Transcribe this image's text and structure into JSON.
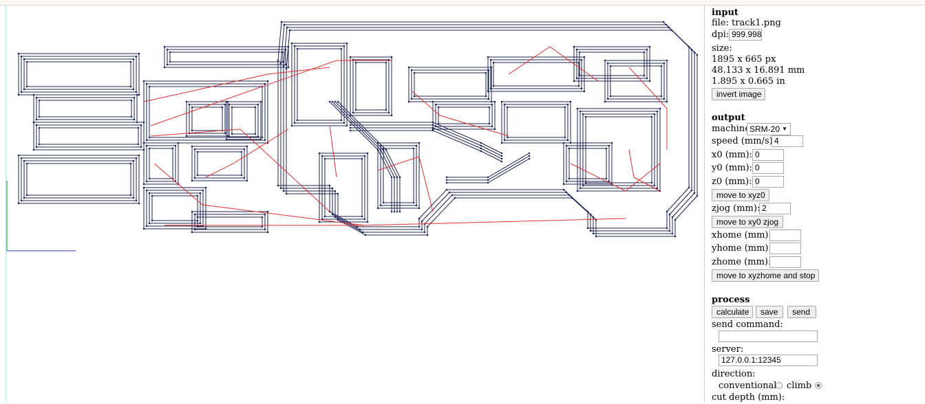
{
  "input": {
    "heading": "input",
    "file_label": "file:",
    "file_name": "track1.png",
    "dpi_label": "dpi:",
    "dpi_value": "999.998",
    "size_label": "size:",
    "size_px": "1895 x 665 px",
    "size_mm": "48.133 x 16.891 mm",
    "size_in": "1.895 x 0.665 in",
    "invert_button": "invert image"
  },
  "output": {
    "heading": "output",
    "machine_label": "machine",
    "machine_value": "SRM-20",
    "speed_label": "speed (mm/s):",
    "speed_value": "4",
    "x0_label": "x0 (mm):",
    "x0_value": "0",
    "y0_label": "y0 (mm):",
    "y0_value": "0",
    "z0_label": "z0 (mm):",
    "z0_value": "0",
    "move_xyz0_button": "move to xyz0",
    "zjog_label": "zjog (mm):",
    "zjog_value": "2",
    "move_xy0_zjog_button": "move to xy0 zjog",
    "xhome_label": "xhome (mm):",
    "xhome_value": "",
    "yhome_label": "yhome (mm):",
    "yhome_value": "",
    "zhome_label": "zhome (mm):",
    "zhome_value": "",
    "move_home_button": "move to xyzhome and stop"
  },
  "process": {
    "heading": "process",
    "calculate_button": "calculate",
    "save_button": "save",
    "send_button": "send",
    "send_command_label": "send command:",
    "send_command_value": "",
    "server_label": "server:",
    "server_value": "127.0.0.1:12345",
    "direction_label": "direction:",
    "direction_conventional": "conventional",
    "direction_climb": "climb",
    "direction_selected": "climb",
    "cut_depth_label": "cut depth (mm):"
  },
  "toolpath_colors": {
    "contour": "#1d2152",
    "travel": "#e03030",
    "x_axis": "#5a5ad0",
    "y_axis": "#3aa03a"
  }
}
